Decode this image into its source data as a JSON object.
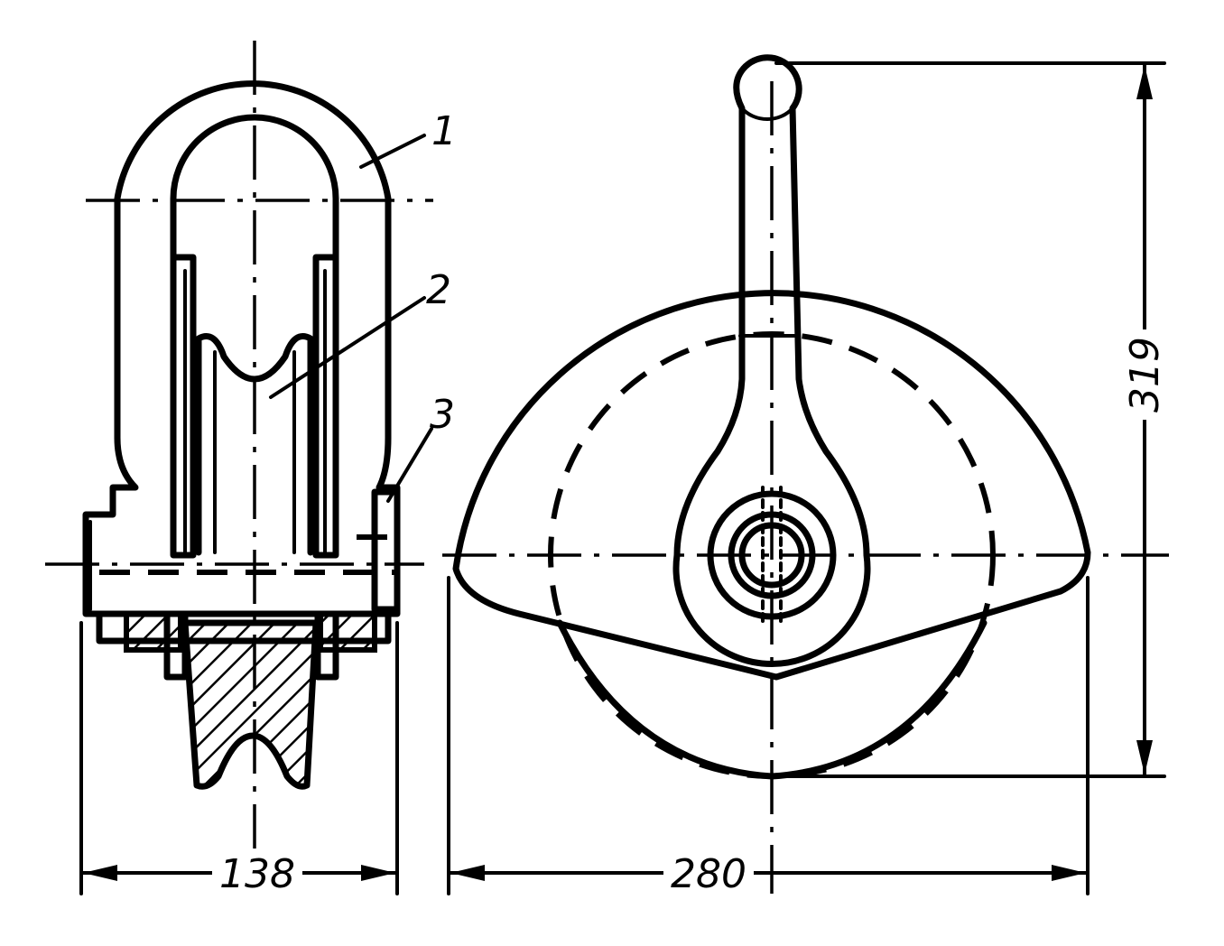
{
  "labels": {
    "part1": "1",
    "part2": "2",
    "part3": "3"
  },
  "dimensions": {
    "width_side": "138",
    "width_front": "280",
    "height_front": "319"
  },
  "colors": {
    "ink": "#000000",
    "paper": "#ffffff"
  }
}
